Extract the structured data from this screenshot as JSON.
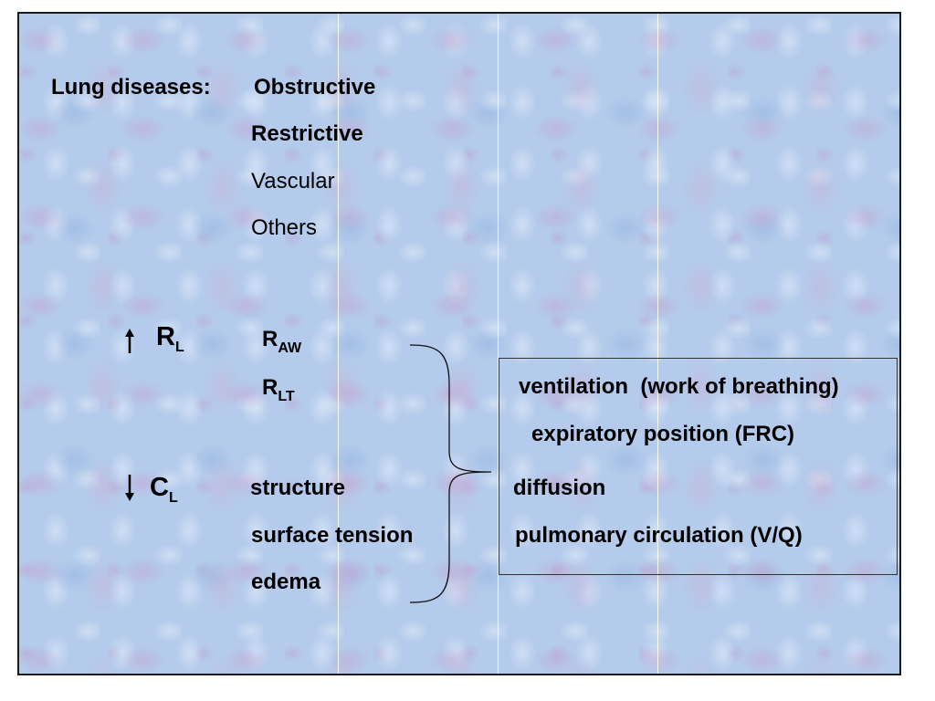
{
  "heading": {
    "label": "Lung diseases:",
    "items": [
      "Obstructive",
      "Restrictive",
      "Vascular",
      "Others"
    ]
  },
  "resistance": {
    "main": "R",
    "main_sub": "L",
    "terms": [
      {
        "base": "R",
        "sub": "AW"
      },
      {
        "base": "R",
        "sub": "LT"
      }
    ]
  },
  "compliance": {
    "main": "C",
    "main_sub": "L",
    "terms": [
      "structure",
      "surface tension",
      "edema"
    ]
  },
  "effects": [
    "ventilation  (work of breathing)",
    "expiratory position (FRC)",
    "diffusion",
    "pulmonary circulation (V/Q)"
  ],
  "icons": {
    "resistance_arrow": "arrow-up-icon",
    "compliance_arrow": "arrow-down-icon"
  }
}
